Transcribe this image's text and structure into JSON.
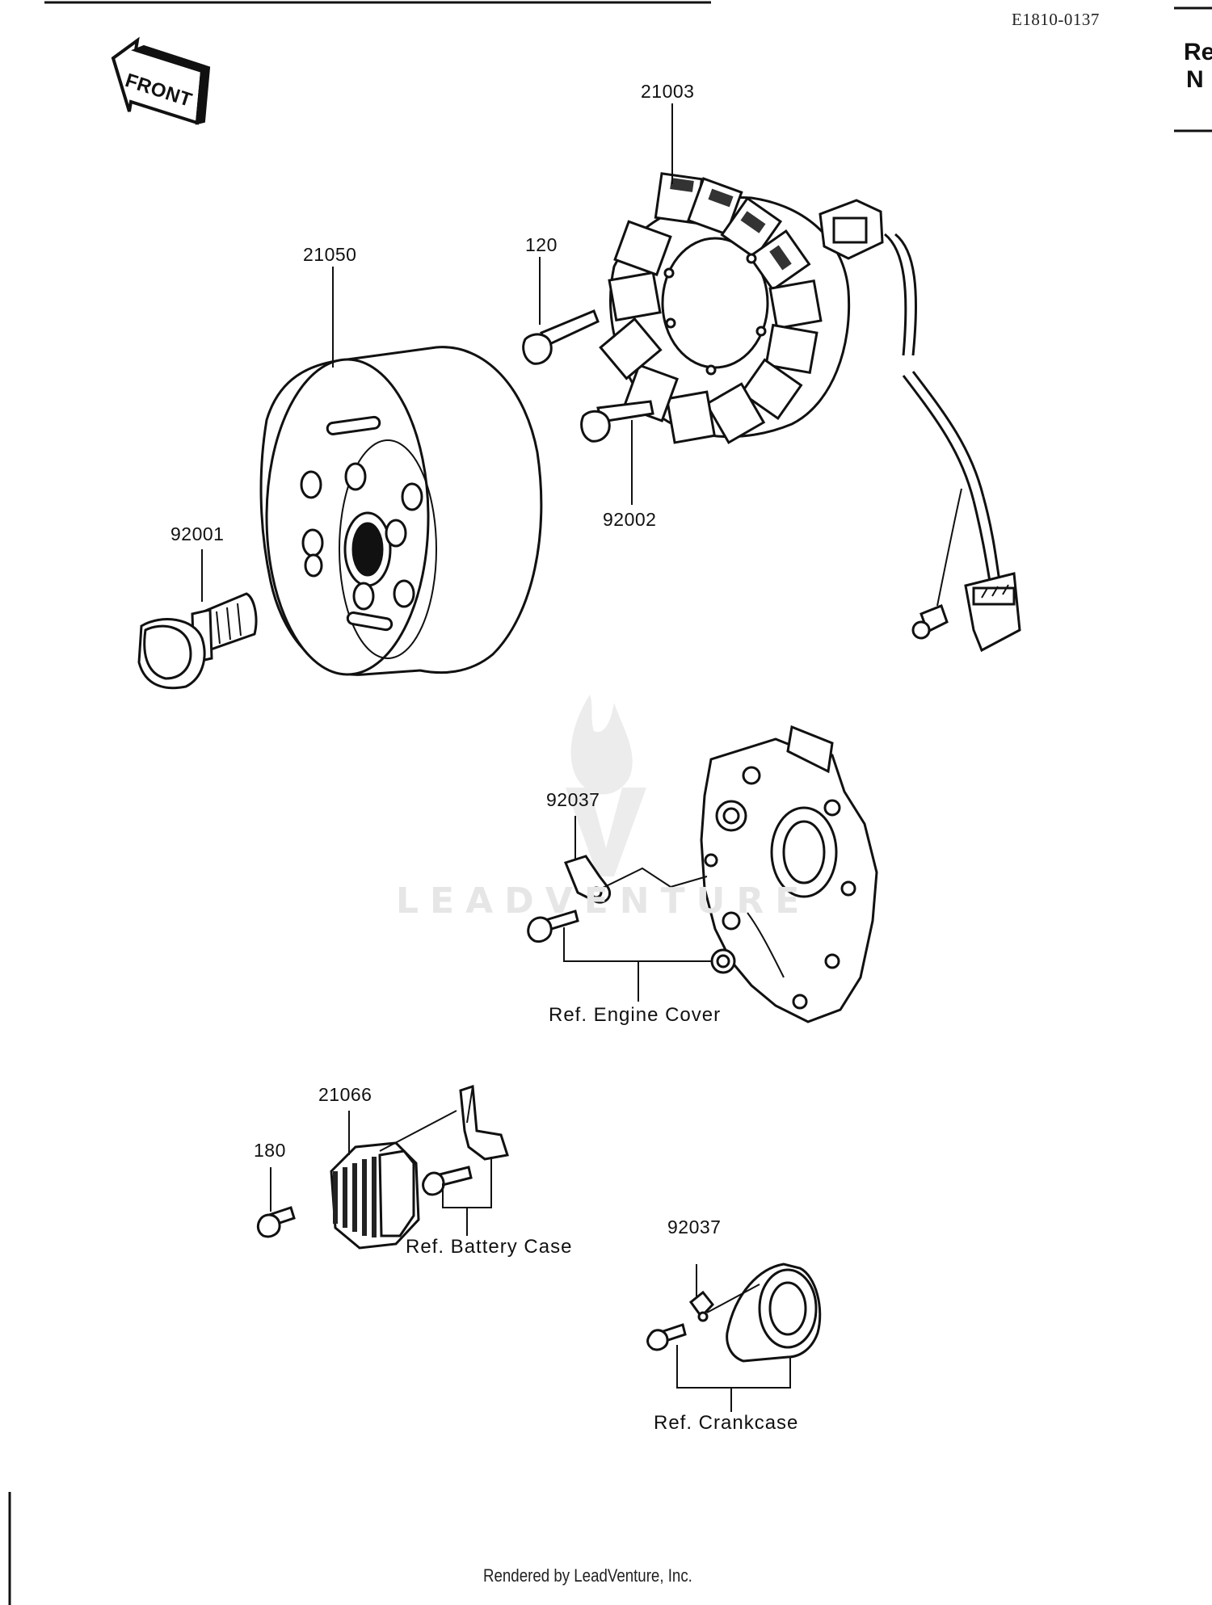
{
  "header": {
    "diagram_code": "E1810-0137",
    "side_text_line1": "Re",
    "side_text_line2": "N",
    "front_label": "FRONT"
  },
  "parts": {
    "stator": "21003",
    "stator_bolt": "120",
    "rotor": "21050",
    "stator_screw": "92002",
    "rotor_bolt": "92001",
    "clamp_engine_cover": "92037",
    "regulator": "21066",
    "regulator_bolt": "180",
    "clamp_crankcase": "92037"
  },
  "references": {
    "engine_cover": "Ref. Engine Cover",
    "battery_case": "Ref. Battery Case",
    "crankcase": "Ref. Crankcase"
  },
  "watermark": {
    "brand": "LEADVENTURE"
  },
  "footer": {
    "rendered_by": "Rendered by LeadVenture, Inc."
  }
}
